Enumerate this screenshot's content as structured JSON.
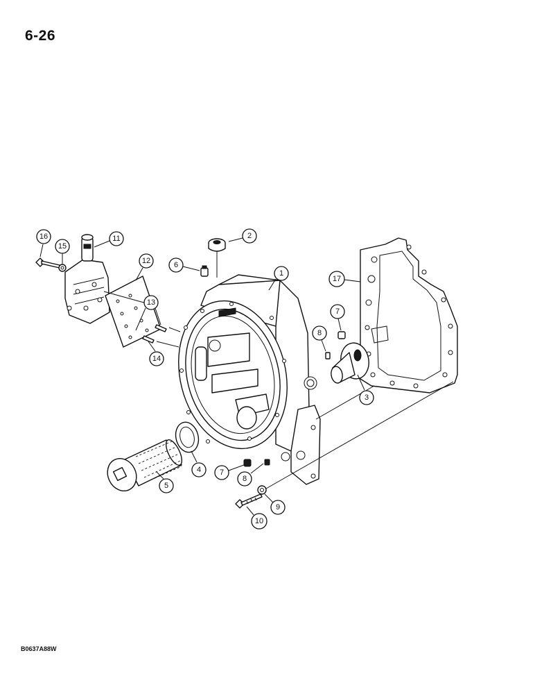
{
  "page": {
    "page_number": "6-26",
    "figure_code": "B0637A88W"
  },
  "callouts": [
    {
      "id": "callout-1",
      "label": "1"
    },
    {
      "id": "callout-2",
      "label": "2"
    },
    {
      "id": "callout-3",
      "label": "3"
    },
    {
      "id": "callout-4",
      "label": "4"
    },
    {
      "id": "callout-5",
      "label": "5"
    },
    {
      "id": "callout-6",
      "label": "6"
    },
    {
      "id": "callout-7a",
      "label": "7"
    },
    {
      "id": "callout-7b",
      "label": "7"
    },
    {
      "id": "callout-8a",
      "label": "8"
    },
    {
      "id": "callout-8b",
      "label": "8"
    },
    {
      "id": "callout-9",
      "label": "9"
    },
    {
      "id": "callout-10",
      "label": "10"
    },
    {
      "id": "callout-11",
      "label": "11"
    },
    {
      "id": "callout-12",
      "label": "12"
    },
    {
      "id": "callout-13",
      "label": "13"
    },
    {
      "id": "callout-14",
      "label": "14"
    },
    {
      "id": "callout-15",
      "label": "15"
    },
    {
      "id": "callout-16",
      "label": "16"
    },
    {
      "id": "callout-17",
      "label": "17"
    }
  ]
}
